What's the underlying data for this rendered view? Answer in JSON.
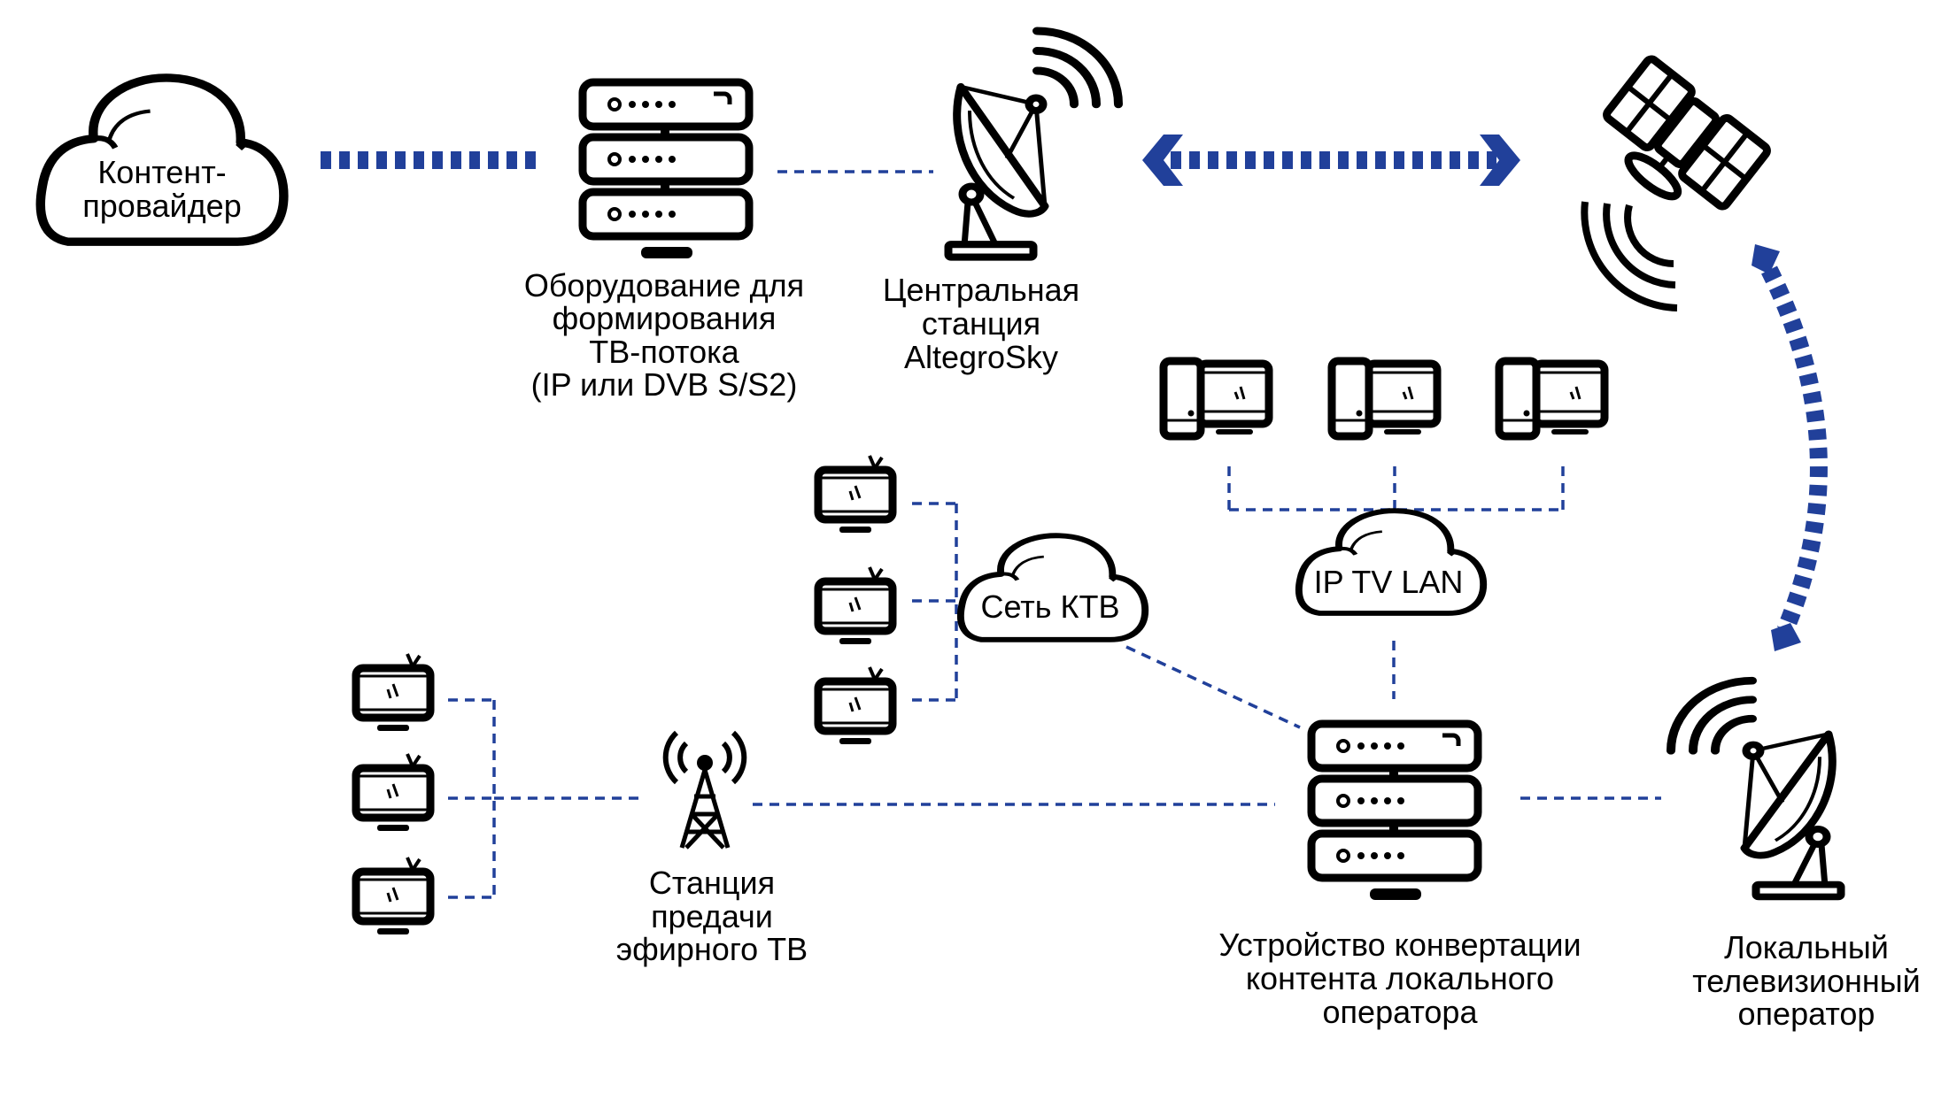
{
  "colors": {
    "accent": "#21409a",
    "ink": "#000000"
  },
  "nodes": {
    "content_provider": {
      "icon": "cloud-icon",
      "lines": [
        "Контент-",
        "провайдер"
      ]
    },
    "stream_equipment": {
      "icon": "server-icon",
      "lines": [
        "Оборудование для",
        "формирования",
        "ТВ-потока",
        "(IP или DVB S/S2)"
      ]
    },
    "central_station": {
      "icon": "satellite-dish-icon",
      "lines": [
        "Центральная",
        "станция",
        "AltegroSky"
      ]
    },
    "satellite": {
      "icon": "satellite-icon"
    },
    "ktv_network": {
      "icon": "cloud-icon",
      "lines": [
        "Сеть КТВ"
      ]
    },
    "iptv_lan": {
      "icon": "cloud-icon",
      "lines": [
        "IP TV LAN"
      ]
    },
    "broadcast_station": {
      "icon": "radio-tower-icon",
      "lines": [
        "Станция",
        "предачи",
        "эфирного ТВ"
      ]
    },
    "converter": {
      "icon": "server-icon",
      "lines": [
        "Устройство конвертации",
        "контента локального",
        "оператора"
      ]
    },
    "local_operator": {
      "icon": "satellite-dish-icon",
      "lines": [
        "Локальный",
        "телевизионный",
        "оператор"
      ]
    }
  }
}
